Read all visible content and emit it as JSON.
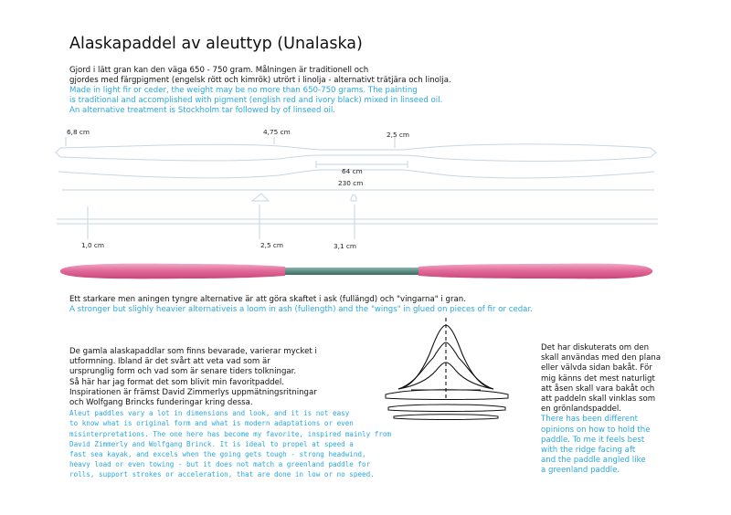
{
  "title": "Alaskapaddel av aleuttyp (Unalaska)",
  "intro": {
    "sv_line1": "Gjord i lätt gran kan den väga 650 - 750 gram. Målningen är traditionell och",
    "sv_line2": "gjordes med färgpigment (engelsk rött och kimrök) utrört i linolja - alternativt trätjära och linolja.",
    "en_line1": "Made in light fir or ceder, the weight may be no more than 650-750 grams. The painting",
    "en_line2": "is traditional and accomplished with pigment (english red and ivory black) mixed in linseed oil.",
    "en_line3": "An alternative treatment is Stockholm tar followed by of linseed oil."
  },
  "dimensions": {
    "top_left": "6,8 cm",
    "top_mid": "4,75 cm",
    "top_right": "2,5 cm",
    "loom": "64 cm",
    "total": "230 cm",
    "bottom_left": "1,0 cm",
    "bottom_mid": "2,5 cm",
    "bottom_right": "3,1 cm"
  },
  "colors": {
    "blade": "#e26b9a",
    "loom": "#5f8f86",
    "english_text": "#29a8e0",
    "line": "#c6d6e3"
  },
  "alternative": {
    "sv": "Ett starkare men aningen tyngre alternative är att göra skaftet i ask (fullängd) och \"vingarna\" i gran.",
    "en": "A stronger but slighly heavier alternativeis a loom in ash (fullength) and the \"wings\" in glued on pieces of fir or cedar."
  },
  "history": {
    "sv": [
      "De gamla alaskapaddlar som finns bevarade, varierar mycket i",
      "utformning. Ibland är det svårt att veta vad som är",
      "ursprunglig form och vad som är senare tiders tolkningar.",
      "Så här har jag format det som blivit min favoritpaddel.",
      "Inspirationen är främst David Zimmerlys uppmätningsritningar",
      "och Wolfgang Brincks funderingar kring dessa."
    ],
    "en": [
      "Aleut paddles vary a lot in dimensions and look, and it is not easy",
      "to know what is original form and what is modern adaptations or even",
      "misinterpretations. The one here has become my favorite, inspired mainly from",
      "David Zimmerly and Wolfgang Brinck. It is ideal to propel at speed a",
      "fast sea kayak, and excels when the going gets tough - strong headwind,",
      "heavy load or even towing - but it does not match a greenland paddle for",
      "rolls, support strokes or acceleration, that are done in low or no speed."
    ]
  },
  "orientation": {
    "sv": [
      "Det har diskuterats om den",
      "skall användas med den plana",
      "eller välvda sidan bakåt. För",
      "mig känns det mest naturligt",
      "att åsen skall vara bakåt och",
      "att paddeln skall vinklas som",
      "en grönlandspaddel."
    ],
    "en": [
      "There has been different",
      "opinions on how to hold the",
      "paddle. To me it feels best",
      "with the ridge facing aft",
      "and the paddle angled like",
      "a greenland paddle."
    ]
  }
}
